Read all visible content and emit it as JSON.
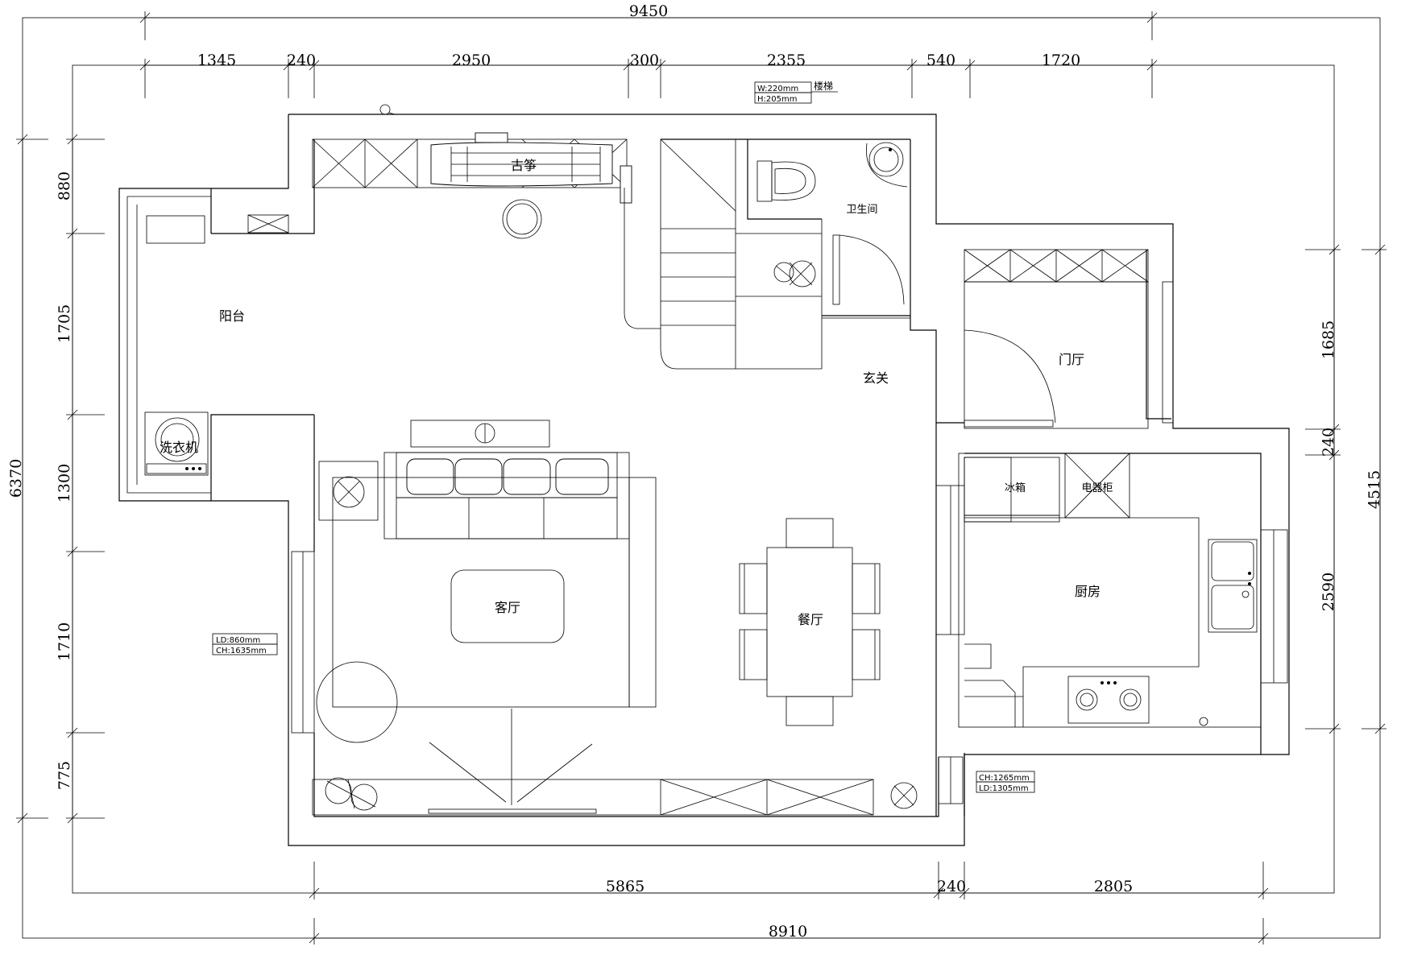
{
  "dimensions": {
    "top_total": "9450",
    "top": [
      "1345",
      "240",
      "2950",
      "300",
      "2355",
      "540",
      "1720"
    ],
    "bottom": [
      "5865",
      "240",
      "2805"
    ],
    "bottom_total": "8910",
    "left_total": "6370",
    "left": [
      "880",
      "1705",
      "1300",
      "1710",
      "775"
    ],
    "right_total": "4515",
    "right": [
      "1685",
      "240",
      "2590"
    ]
  },
  "rooms": {
    "balcony": "阳台",
    "guzheng": "古筝",
    "washer": "洗衣机",
    "bathroom": "卫生间",
    "foyer": "玄关",
    "entrance_hall": "门厅",
    "living_room": "客厅",
    "dining_room": "餐厅",
    "kitchen": "厨房",
    "fridge": "冰箱",
    "appliance_cabinet": "电器柜"
  },
  "notes": {
    "stair_w": "W:220mm",
    "stair_h": "H:205mm",
    "stair_label": "楼梯",
    "window_left_ld": "LD:860mm",
    "window_left_ch": "CH:1635mm",
    "window_right_ch": "CH:1265mm",
    "window_right_ld": "LD:1305mm"
  }
}
